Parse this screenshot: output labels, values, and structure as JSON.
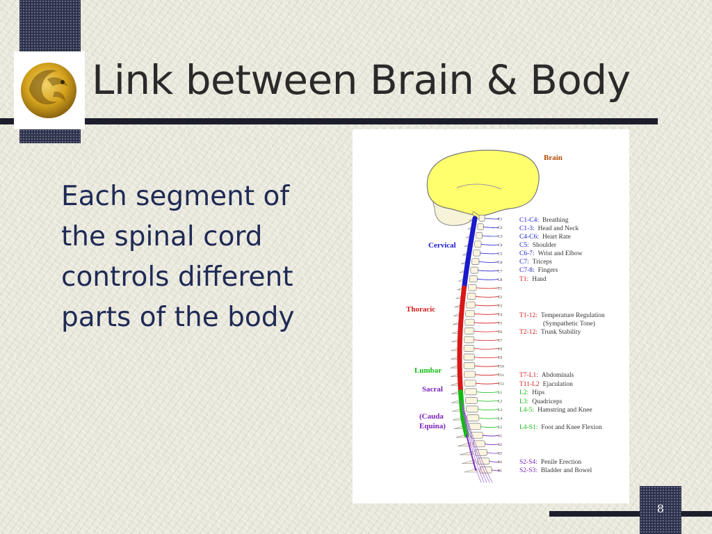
{
  "slide": {
    "title": "Link between Brain & Body",
    "body_text": "Each segment of\nthe spinal cord\ncontrols different\nparts of the body",
    "page_number": "8"
  },
  "figure": {
    "brain_label": "Brain",
    "regions": [
      {
        "label": "Cervical",
        "color": "#1a1acc"
      },
      {
        "label": "Thoracic",
        "color": "#d81818"
      },
      {
        "label": "Lumbar",
        "color": "#11bb11"
      },
      {
        "label": "Sacral",
        "color": "#7a22bb"
      },
      {
        "label": "(Cauda",
        "color": "#7a22bb"
      },
      {
        "label": "Equina)",
        "color": "#7a22bb"
      }
    ],
    "vertebrae": [
      "C1",
      "C2",
      "C3",
      "C4",
      "C5",
      "C6",
      "C7",
      "C8",
      "T1",
      "T2",
      "T3",
      "T4",
      "T5",
      "T6",
      "T7",
      "T8",
      "T9",
      "T10",
      "T11",
      "T12",
      "L1",
      "L2",
      "L3",
      "L4",
      "L5",
      "S1",
      "S2",
      "S3",
      "S4",
      "S5"
    ],
    "functions": [
      {
        "code": "C1-C4:",
        "text": "Breathing",
        "code_color": "#1a1acc"
      },
      {
        "code": "C1-3:",
        "text": "Head and Neck",
        "code_color": "#1a1acc"
      },
      {
        "code": "C4-C6:",
        "text": "Heart Rate",
        "code_color": "#1a1acc"
      },
      {
        "code": "C5:",
        "text": "Shoulder",
        "code_color": "#1a1acc"
      },
      {
        "code": "C6-7:",
        "text": "Wrist and Elbow",
        "code_color": "#1a1acc"
      },
      {
        "code": "C7:",
        "text": "Triceps",
        "code_color": "#1a1acc"
      },
      {
        "code": "C7-8:",
        "text": "Fingers",
        "code_color": "#1a1acc"
      },
      {
        "code": "T1:",
        "text": "Hand",
        "code_color": "#d81818"
      },
      {
        "code": "T1-12:",
        "text": "Temperature Regulation",
        "code_color": "#d81818"
      },
      {
        "code": "",
        "text": "(Sympathetic Tone)",
        "code_color": "#d81818"
      },
      {
        "code": "T2-12:",
        "text": "Trunk Stability",
        "code_color": "#d81818"
      },
      {
        "code": "T7-L1:",
        "text": "Abdominals",
        "code_color": "#d81818"
      },
      {
        "code": "T11-L2",
        "text": "Ejaculation",
        "code_color": "#d81818"
      },
      {
        "code": "L2:",
        "text": "Hips",
        "code_color": "#11bb11"
      },
      {
        "code": "L3:",
        "text": "Quadriceps",
        "code_color": "#11bb11"
      },
      {
        "code": "L4-5:",
        "text": "Hamstring and Knee",
        "code_color": "#11bb11"
      },
      {
        "code": "L4-S1:",
        "text": "Foot and Knee Flexion",
        "code_color": "#11bb11"
      },
      {
        "code": "S2-S4:",
        "text": "Penile Erection",
        "code_color": "#7a22bb"
      },
      {
        "code": "S2-S3:",
        "text": "Bladder and Bowel",
        "code_color": "#7a22bb"
      }
    ]
  },
  "colors": {
    "title": "#2a2a2a",
    "body_text": "#1f2a55",
    "deco": "#2b2f45",
    "logo_gold": "#d4a21c"
  },
  "icons": {
    "logo": "pegasus-logo-icon"
  }
}
